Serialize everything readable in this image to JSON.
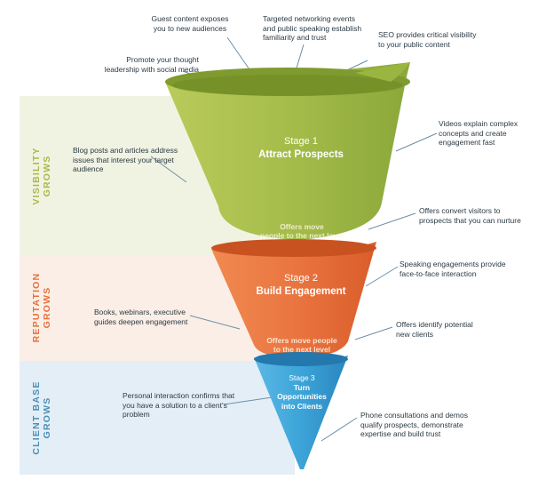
{
  "bands": [
    {
      "label": "VISIBILITY GROWS",
      "line1": "VISIBILITY",
      "line2": "GROWS",
      "color": "#a9b84a",
      "bg": "#f1f3e2"
    },
    {
      "label": "REPUTATION GROWS",
      "line1": "REPUTATION",
      "line2": "GROWS",
      "color": "#e8703a",
      "bg": "#fbeee6"
    },
    {
      "label": "CLIENT BASE GROWS",
      "line1": "CLIENT BASE",
      "line2": "GROWS",
      "color": "#4a8fb8",
      "bg": "#e4eef6"
    }
  ],
  "stages": [
    {
      "stage": "Stage 1",
      "title": "Attract Prospects",
      "color": "#a6bd48"
    },
    {
      "stage": "Stage 2",
      "title": "Build Engagement",
      "color": "#e8703a"
    },
    {
      "stage": "Stage 3",
      "title_l1": "Turn",
      "title_l2": "Opportunities",
      "title_l3": "into Clients",
      "color": "#3ba3d8"
    }
  ],
  "offers": [
    {
      "l1": "Offers move",
      "l2": "people to the next level"
    },
    {
      "l1": "Offers move people",
      "l2": "to the next level"
    }
  ],
  "annotations": {
    "guest": {
      "l1": "Guest content exposes",
      "l2": "you to new audiences"
    },
    "networking": {
      "l1": "Targeted networking events",
      "l2": "and public speaking establish",
      "l3": "familiarity and trust"
    },
    "seo": {
      "l1": "SEO provides critical visibility",
      "l2": "to your public content"
    },
    "social": {
      "l1": "Promote your thought",
      "l2": "leadership with social media"
    },
    "videos": {
      "l1": "Videos explain complex",
      "l2": "concepts and create",
      "l3": "engagement fast"
    },
    "blog": {
      "l1": "Blog posts  and articles address",
      "l2": "issues that interest your target",
      "l3": "audience"
    },
    "offers_convert": {
      "l1": "Offers convert visitors to",
      "l2": "prospects that you can nurture"
    },
    "speaking": {
      "l1": "Speaking engagements provide",
      "l2": "face-to-face interaction"
    },
    "books": {
      "l1": "Books, webinars, executive",
      "l2": "guides deepen engagement"
    },
    "offers_identify": {
      "l1": "Offers identify potential",
      "l2": "new clients"
    },
    "personal": {
      "l1": "Personal interaction confirms that",
      "l2": "you have a solution to a client's",
      "l3": "problem"
    },
    "phone": {
      "l1": "Phone consultations and demos",
      "l2": "qualify prospects, demonstrate",
      "l3": "expertise and build trust"
    }
  }
}
